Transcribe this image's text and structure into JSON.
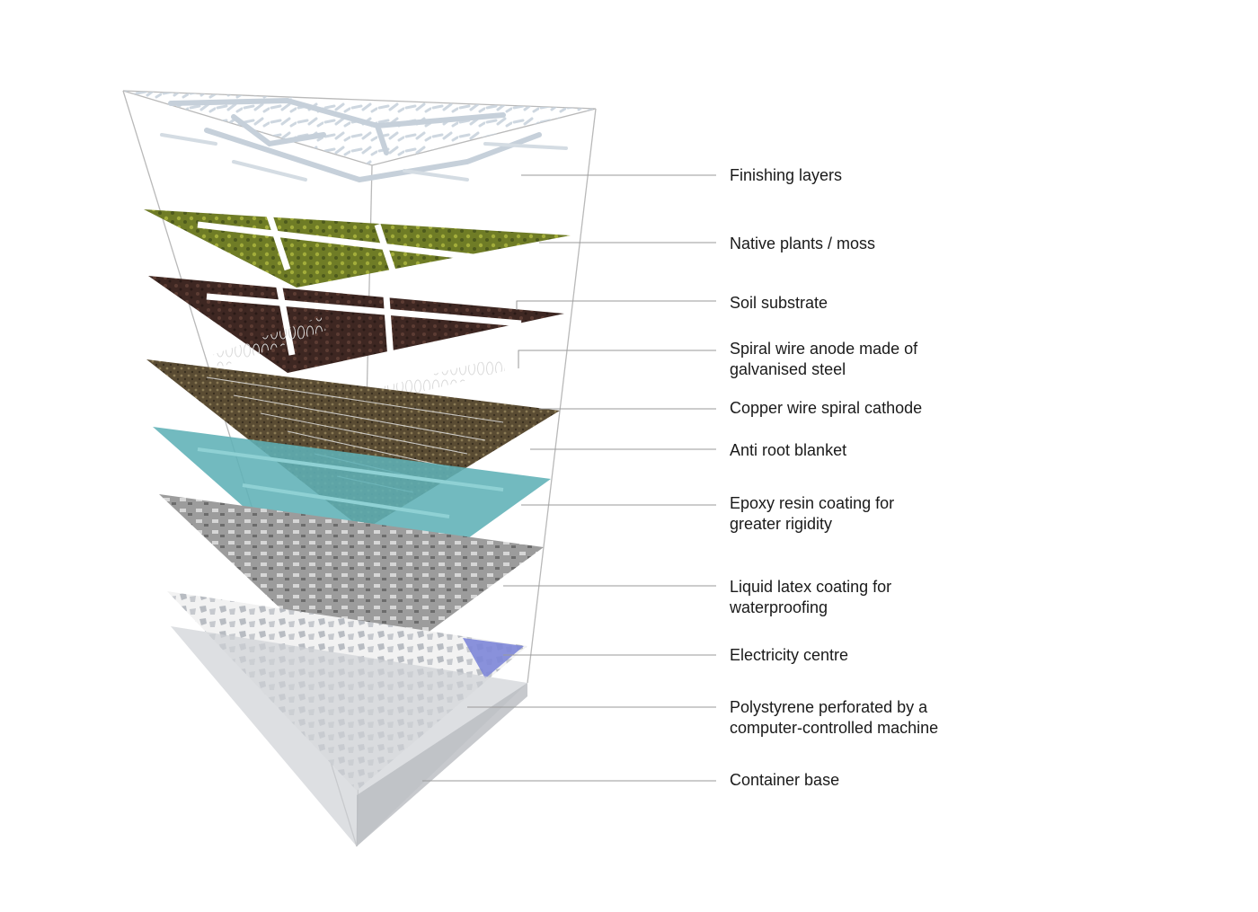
{
  "layers": [
    {
      "id": "finishing",
      "lines": [
        "Finishing layers"
      ],
      "color": "#dfe7ee"
    },
    {
      "id": "plants",
      "lines": [
        "Native plants / moss"
      ],
      "color": "#7c8a2c"
    },
    {
      "id": "soil",
      "lines": [
        "Soil substrate"
      ],
      "color": "#4a3028"
    },
    {
      "id": "anode",
      "lines": [
        "Spiral wire anode made of",
        "galvanised steel"
      ],
      "color": "#c8c8c8"
    },
    {
      "id": "cathode",
      "lines": [
        "Copper wire spiral cathode"
      ],
      "color": "#c8c8c8"
    },
    {
      "id": "antiroot",
      "lines": [
        "Anti root blanket"
      ],
      "color": "#6b5a3c"
    },
    {
      "id": "epoxy",
      "lines": [
        "Epoxy resin coating  for",
        "greater rigidity"
      ],
      "color": "#5fb0b4"
    },
    {
      "id": "latex",
      "lines": [
        "Liquid latex coating for",
        "waterproofing"
      ],
      "color": "#9a9a9a"
    },
    {
      "id": "electricity",
      "lines": [
        "Electricity centre"
      ],
      "color": "#7d86d8"
    },
    {
      "id": "polystyrene",
      "lines": [
        "Polystyrene perforated by a",
        "computer-controlled machine"
      ],
      "color": "#e8e8e8"
    },
    {
      "id": "base",
      "lines": [
        "Container base"
      ],
      "color": "#cfd2d6"
    }
  ]
}
